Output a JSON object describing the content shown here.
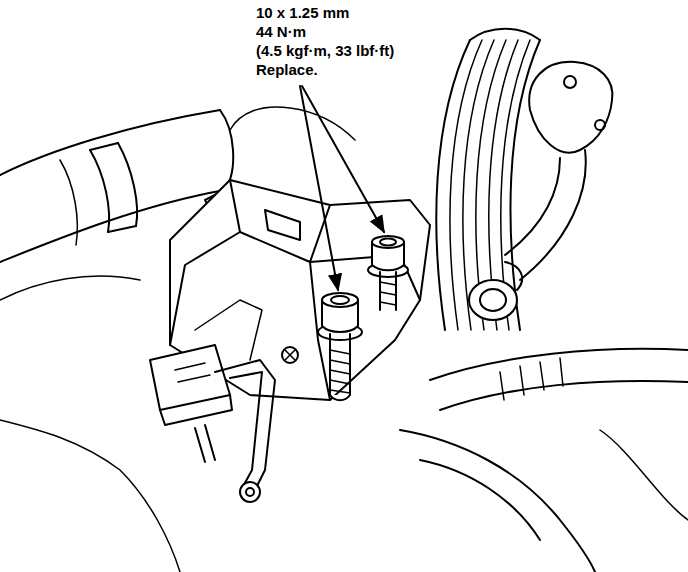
{
  "diagram": {
    "labels": [
      "10 x 1.25 mm",
      "44 N·m",
      "(4.5 kgf·m, 33 lbf·ft)",
      "Replace."
    ]
  }
}
